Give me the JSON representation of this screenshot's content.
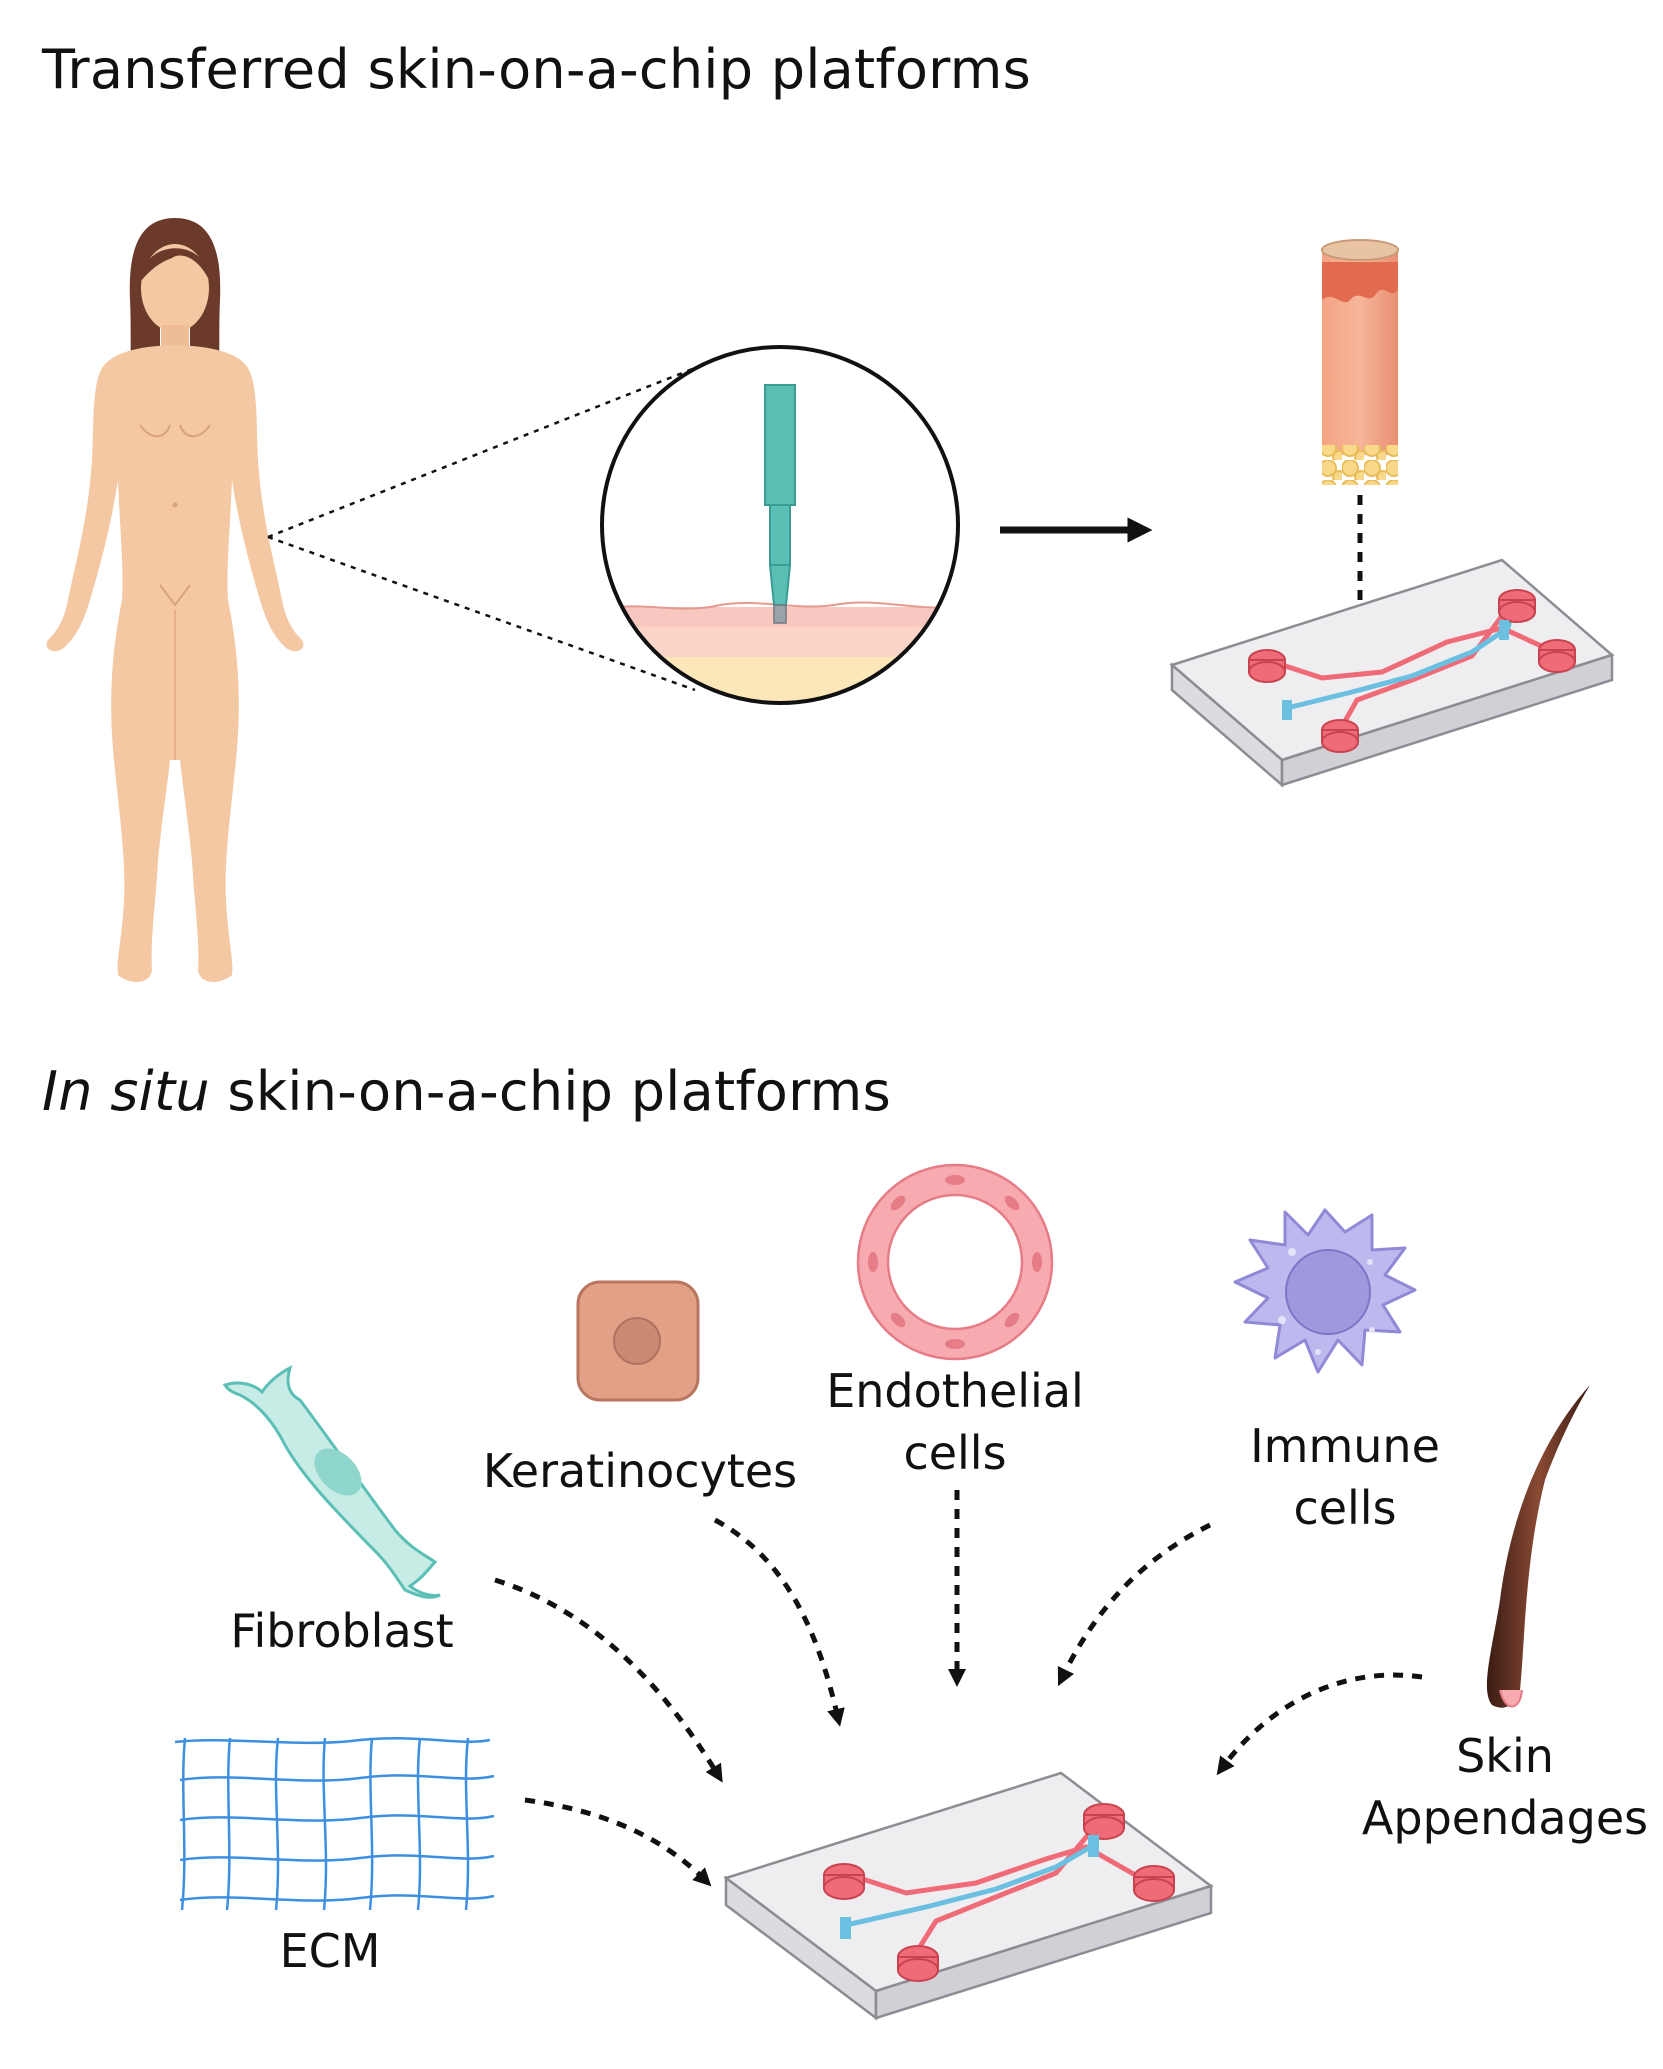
{
  "sections": {
    "transferred_title": "Transferred skin-on-a-chip platforms",
    "insitu_title_italic": "In situ",
    "insitu_title_rest": " skin-on-a-chip platforms"
  },
  "labels": {
    "keratinocytes": "Keratinocytes",
    "endothelial_line1": "Endothelial",
    "endothelial_line2": "cells",
    "immune_line1": "Immune",
    "immune_line2": "cells",
    "fibroblast": "Fibroblast",
    "ecm": "ECM",
    "skin_line1": "Skin",
    "skin_line2": "Appendages"
  },
  "colors": {
    "skin_tone": "#f3c8a3",
    "hair": "#6b3a2a",
    "punch_tool": "#5bbfb5",
    "chip_red": "#f06b78",
    "chip_blue": "#6bbfe0",
    "fibroblast": "#8fd6cc",
    "keratinocyte": "#e2a086",
    "endothelial": "#f7aab0",
    "immune": "#a8a4e0",
    "ecm": "#3d8fe0"
  },
  "icons": [
    "female-body-icon",
    "biopsy-punch-icon",
    "skin-biopsy-cylinder-icon",
    "microfluidic-chip-icon",
    "fibroblast-cell-icon",
    "keratinocyte-cell-icon",
    "endothelial-ring-icon",
    "immune-cell-icon",
    "hair-follicle-icon",
    "ecm-mesh-icon"
  ]
}
